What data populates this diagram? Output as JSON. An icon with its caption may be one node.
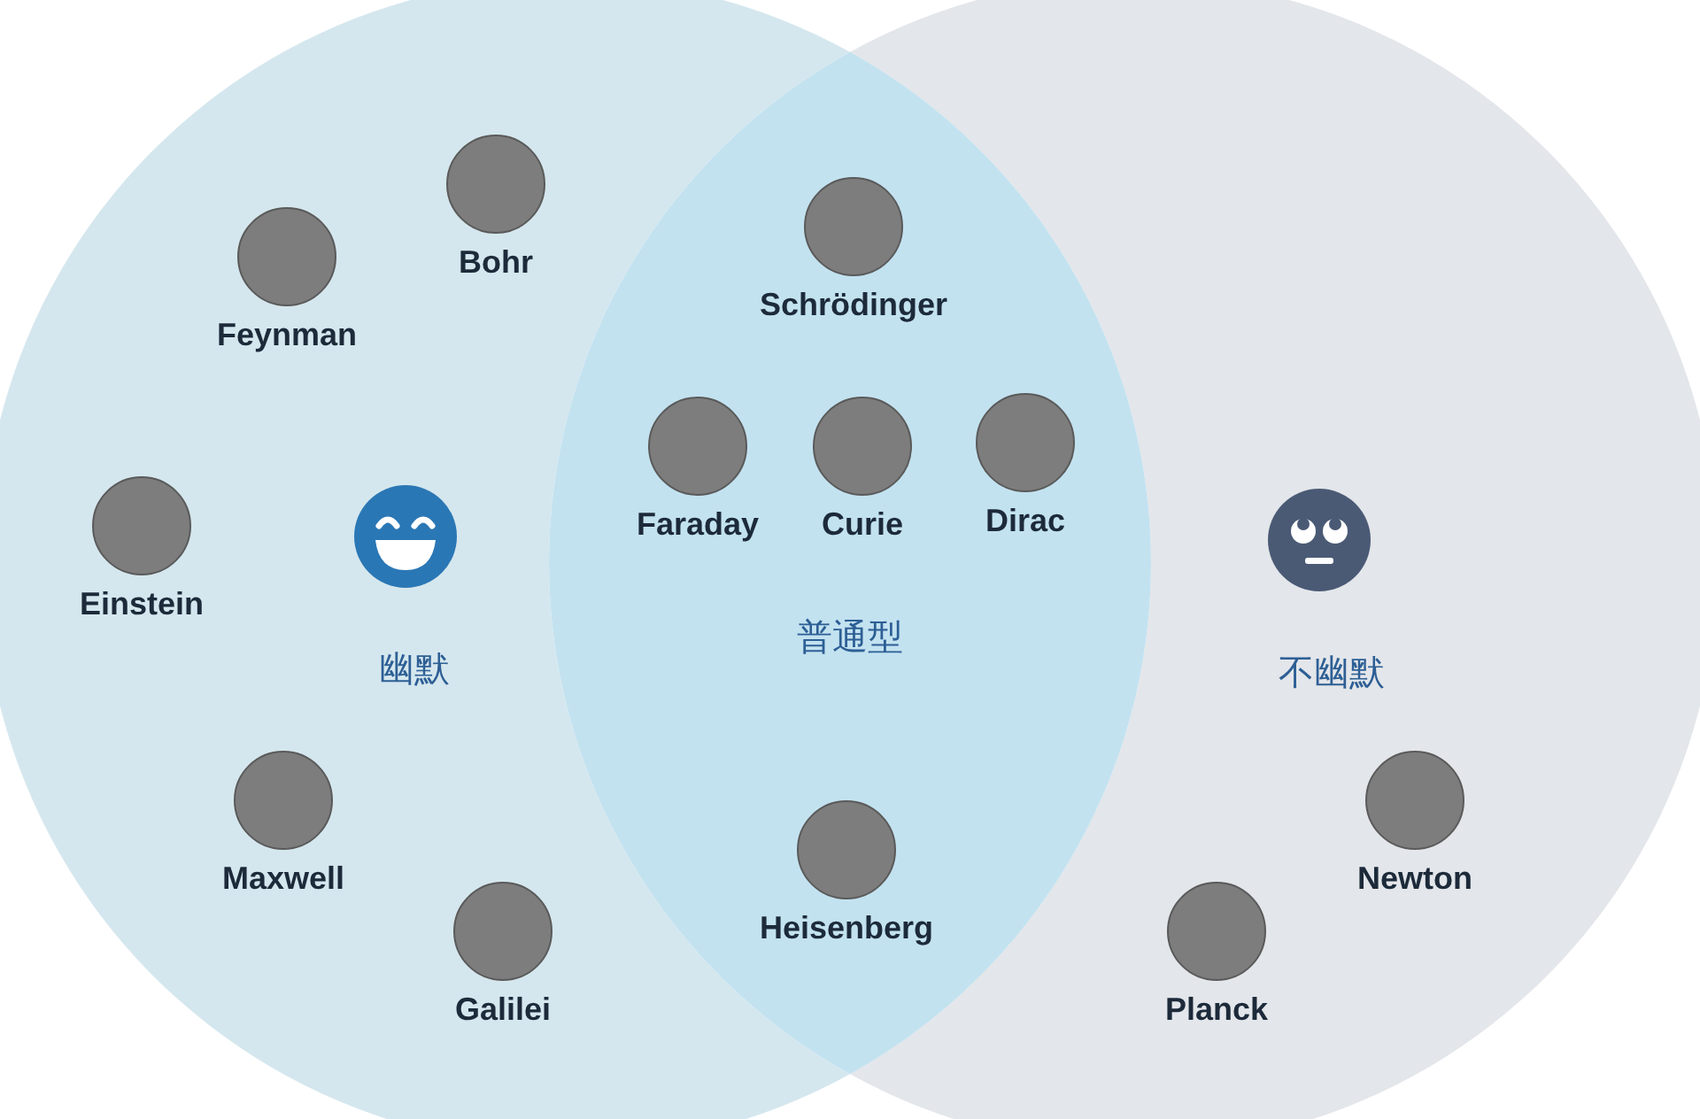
{
  "diagram": {
    "nodes": [
      {
        "text": [
          "幽默"
        ]
      },
      {
        "text": [
          "不幽默"
        ]
      },
      {
        "text": [
          "普通型"
        ]
      },
      {
        "text": [
          "Bohr"
        ],
        "in": 0
      },
      {
        "text": [
          "Feynman"
        ],
        "in": 0
      },
      {
        "text": [
          "Einstein"
        ],
        "in": 0
      },
      {
        "text": [
          "Maxwell"
        ],
        "in": 0
      },
      {
        "text": [
          "Galilei"
        ],
        "in": 0
      },
      {
        "text": [
          "Schrödinger"
        ],
        "in": 2
      },
      {
        "text": [
          "Faraday"
        ],
        "in": 2
      },
      {
        "text": [
          "Curie"
        ],
        "in": 2
      },
      {
        "text": [
          "Dirac"
        ],
        "in": 2
      },
      {
        "text": [
          "Heisenberg"
        ],
        "in": 2
      },
      {
        "text": [
          "Planck"
        ],
        "in": 1
      },
      {
        "text": [
          "Newton"
        ],
        "in": 1
      }
    ],
    "edges": []
  }
}
